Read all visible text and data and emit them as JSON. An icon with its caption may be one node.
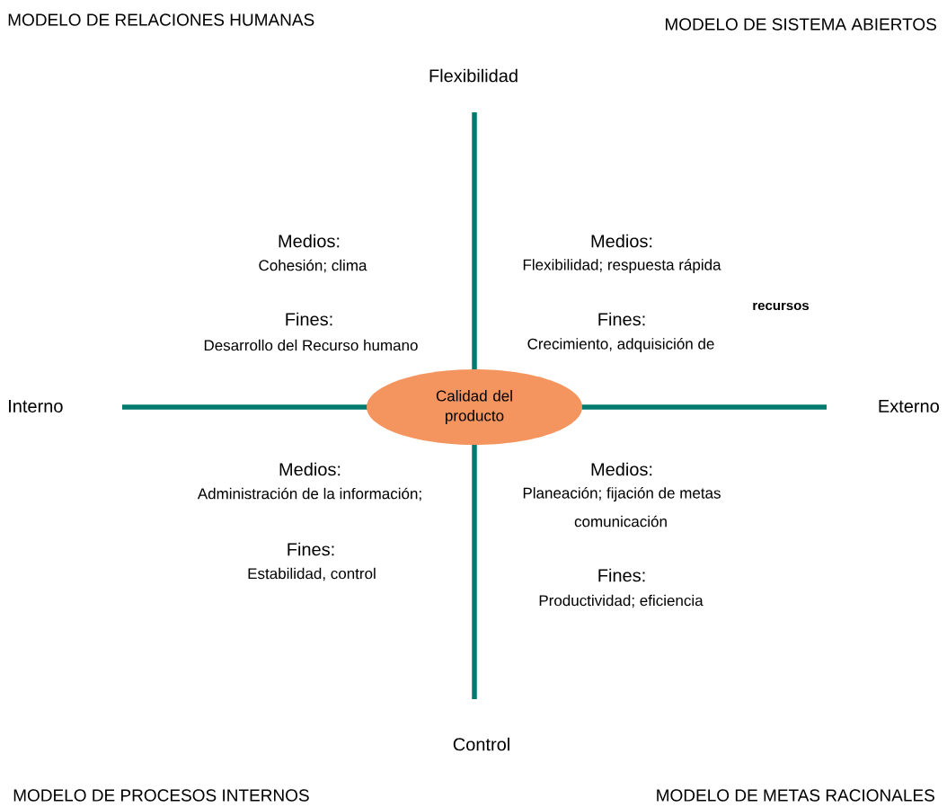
{
  "diagram": {
    "nodes": [
      {
        "text": [
          "Calidad del producto"
        ]
      }
    ],
    "labels": [
      "MODELO DE RELACIONES HUMANAS",
      "MODELO DE SISTEMA ABIERTOS",
      "Flexibilidad",
      "Medios:",
      "Cohesión; clima",
      "Medios:",
      "Flexibilidad; respuesta rápida",
      "recursos",
      "Fines:",
      "Fines:",
      "Desarrollo del Recurso humano",
      "Crecimiento, adquisición de",
      "Interno",
      "Externo",
      "Medios:",
      "Administración de la información;",
      "Medios:",
      "Planeación; fijación de metas",
      "comunicación",
      "Fines:",
      "Estabilidad, control",
      "Fines:",
      "Productividad; eficiencia",
      "Control",
      "MODELO DE PROCESOS INTERNOS",
      "MODELO DE METAS RACIONALES"
    ]
  }
}
